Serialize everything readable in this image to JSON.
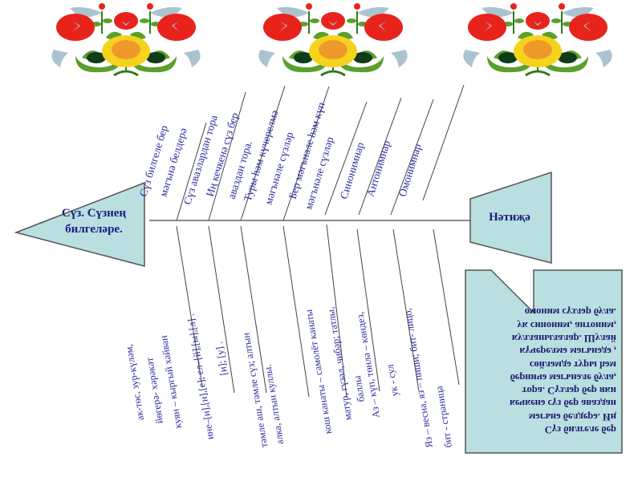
{
  "head": {
    "title": "Сүз. Сүзнең билгеләре."
  },
  "result": {
    "title": "Нәтиҗә"
  },
  "upper_bones": [
    {
      "lines": [
        "Сүз билгеле бер",
        "мәгънә белдерә"
      ]
    },
    {
      "lines": [
        "Сүз авазлардан тора"
      ]
    },
    {
      "lines": [
        "Иң кечкенә сүз бер",
        "аваздан тора."
      ]
    },
    {
      "lines": [
        "Туры һәм күчерелмә",
        "мәгънәле сүзләр"
      ]
    },
    {
      "lines": [
        "Бер мәгънәле һәм күп",
        "мәгънәле сүзләр"
      ]
    },
    {
      "lines": [
        "Синонимнар"
      ]
    },
    {
      "lines": [
        "Антонимнар"
      ]
    },
    {
      "lines": [
        "Омонимнар"
      ]
    }
  ],
  "lower_bones": [
    {
      "lines": [
        "ак-төс, зур-күләм,",
        "йөгерә- хәрәкәт",
        "куян – кыргый хайван"
      ]
    },
    {
      "lines": [
        "ине–[и],[н],[е]; ел–[й],[ы],[л] .",
        "[и]; [у] ."
      ]
    },
    {
      "lines": [
        "тәмле аш, тәмле сүз; алтын",
        "алка, алтын куллы."
      ]
    },
    {
      "lines": [
        "кош канаты – самолёт канаты"
      ]
    },
    {
      "lines": [
        "матур, гүзәл, чибәр; татлы,",
        "баллы"
      ]
    },
    {
      "lines": [
        "Аз – күп, төнлә – көндез,",
        "ук - сул"
      ]
    },
    {
      "lines": [
        "Яз – весна, яз – пиши; бит- лицо,",
        "бит - страница"
      ]
    }
  ],
  "conclusion": {
    "lines": [
      "Сүз билгеле бер",
      "мәгънә белдерә. Иң",
      "кечкенә сүз бер аваздан",
      "тора. Сүзләр бер яки",
      "берничә мәгънәле була,",
      "сөйләмдә туры һәм",
      "күчерелмә мәгънәдә ,",
      "кулланылалар. Шулай",
      "ук синоним, антоним,",
      "омоним сүзләр була."
    ]
  },
  "colors": {
    "box_fill": "#b9dfe0",
    "text": "#2a2aa0",
    "line": "#555555"
  }
}
